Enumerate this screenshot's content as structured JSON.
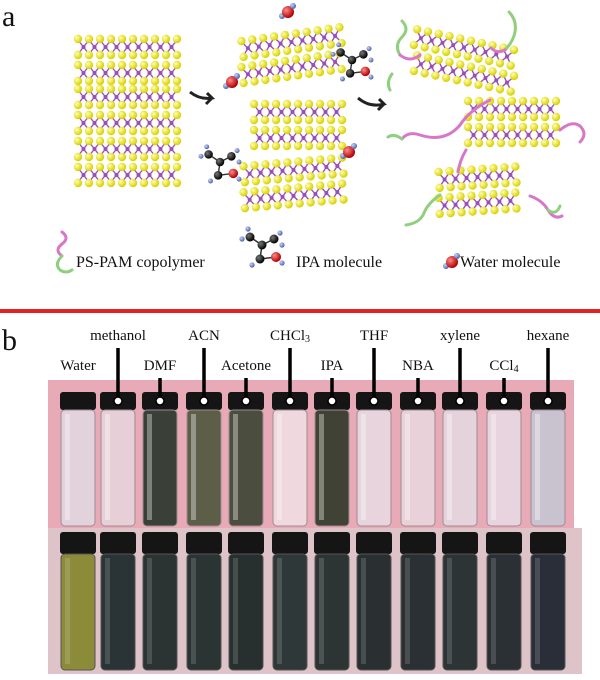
{
  "panel_a": {
    "label": "a",
    "legend": {
      "copolymer": "PS-PAM copolymer",
      "ipa": "IPA molecule",
      "water": "Water molecule"
    }
  },
  "panel_b": {
    "label": "b",
    "solvents": [
      {
        "name": "Water",
        "sub": ""
      },
      {
        "name": "methanol",
        "sub": ""
      },
      {
        "name": "DMF",
        "sub": ""
      },
      {
        "name": "ACN",
        "sub": ""
      },
      {
        "name": "Acetone",
        "sub": ""
      },
      {
        "name": "CHCl",
        "sub": "3"
      },
      {
        "name": "IPA",
        "sub": ""
      },
      {
        "name": "THF",
        "sub": ""
      },
      {
        "name": "NBA",
        "sub": ""
      },
      {
        "name": "xylene",
        "sub": ""
      },
      {
        "name": "CCl",
        "sub": "4"
      },
      {
        "name": "hexane",
        "sub": ""
      }
    ]
  },
  "colors": {
    "sulfur": "#f2f000",
    "metal": "#9b4fb5",
    "divider": "#e32222",
    "water_o": "#d81e1e",
    "water_h": "#6f86c8",
    "ipa_c": "#1a1a1a",
    "copolymer_pink": "#d877c8",
    "copolymer_green": "#8fcf7e"
  }
}
